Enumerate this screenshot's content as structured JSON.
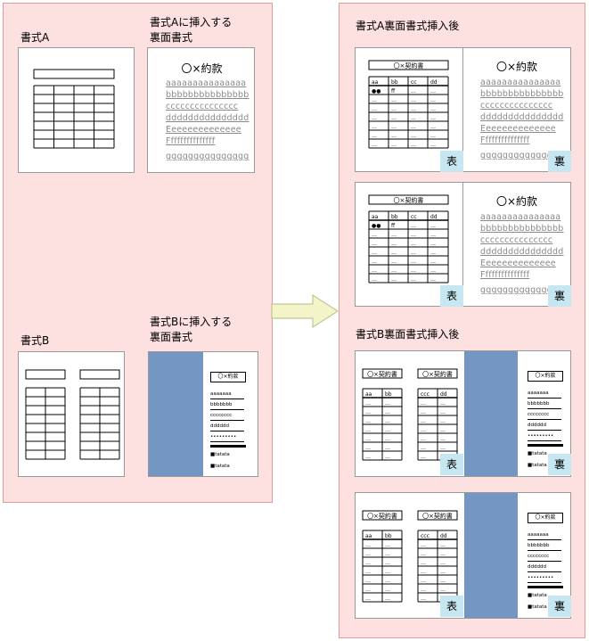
{
  "left_panel": {
    "format_a": {
      "title": "書式A",
      "back_title": "書式Aに挿入する\n裏面書式",
      "back_heading": "〇×約款",
      "back_lines": [
        "aaaaaaaaaaaaaaa",
        "bbbbbbbbbbbbbbb",
        "ccccccccccccccc",
        "ddddddddddddddd",
        "Eeeeeeeeeeeeee",
        "Fffffffffffffff",
        "ggggggggggggggg"
      ]
    },
    "format_b": {
      "title": "書式B",
      "back_title": "書式Bに挿入する\n裏面書式",
      "back_heading": "〇×約款",
      "back_lines": [
        "aaaaaaa",
        "bbbbbbb",
        "cccccccc",
        "dddddd",
        "•••••••••"
      ],
      "back_notes": [
        "■tatata",
        "■tatata"
      ]
    }
  },
  "right_panel": {
    "result_a": {
      "title": "書式A裏面書式挿入後",
      "front_title": "〇×契約書",
      "table_header": [
        "aa",
        "bb",
        "cc",
        "dd"
      ],
      "table_row2": [
        "●●",
        "ff",
        "…",
        "…"
      ],
      "ellipsis": "…",
      "front_badge": "表",
      "back_heading": "〇×約款",
      "back_lines": [
        "aaaaaaaaaaaaaaa",
        "bbbbbbbbbbbbbbb",
        "ccccccccccccccc",
        "ddddddddddddddd",
        "Eeeeeeeeeeeeee",
        "Fffffffffffffff",
        "ggggggggggggggg"
      ],
      "back_badge": "裏"
    },
    "result_b": {
      "title": "書式B裏面書式挿入後",
      "front_title": "〇×契約書",
      "left_header": [
        "aa",
        "bb"
      ],
      "right_header": [
        "ccc",
        "dd"
      ],
      "ellipsis": "…",
      "front_badge": "表",
      "back_heading": "〇×約款",
      "back_lines": [
        "aaaaaaa",
        "bbbbbbb",
        "cccccccc",
        "dddddd",
        "•••••••••"
      ],
      "back_notes": [
        "■tatata",
        "■tatata"
      ],
      "back_badge": "裏"
    }
  },
  "colors": {
    "panel_fill": "#fde0e0",
    "panel_border": "#e59a9a",
    "strip": "#7396c2",
    "badge": "#c6e7f1",
    "arrow": "#f3f5c9"
  }
}
